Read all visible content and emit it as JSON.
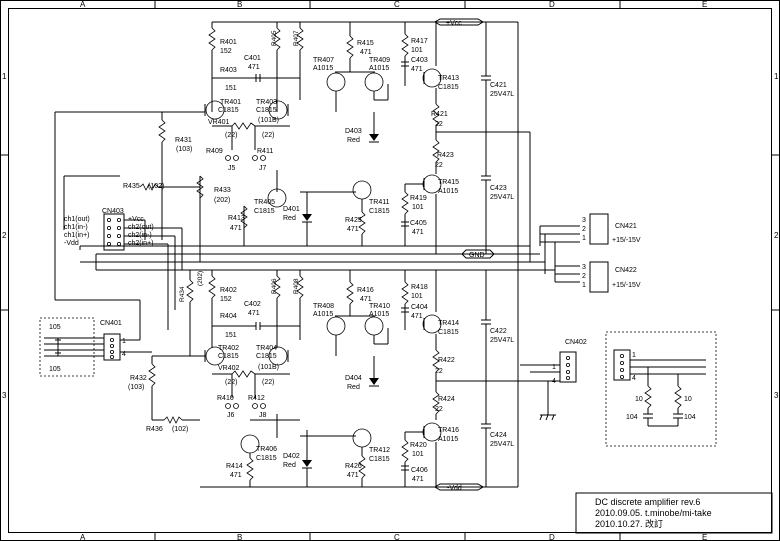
{
  "grid": {
    "columns": [
      "A",
      "B",
      "C",
      "D",
      "E"
    ],
    "rows": [
      "1",
      "2",
      "3"
    ]
  },
  "title_block": {
    "title": "DC discrete amplifier  rev.6",
    "line2": "2010.09.05. t.minobe/mi-take",
    "line3": "2010.10.27. 改訂"
  },
  "rails": {
    "vcc": "+Vcc",
    "vdd": "-Vdd",
    "gnd": "GND"
  },
  "ch1": {
    "r401": [
      "R401",
      "152"
    ],
    "r403": [
      "R403",
      "151"
    ],
    "c401": [
      "C401",
      "471"
    ],
    "r405": [
      "R405",
      "152"
    ],
    "r407": [
      "R407",
      "223"
    ],
    "r415": [
      "R415",
      "471"
    ],
    "r417": [
      "R417",
      "101"
    ],
    "c403": [
      "C403",
      "471"
    ],
    "tr401": [
      "TR401",
      "C1815"
    ],
    "tr403": [
      "TR403",
      "C1815",
      "(101B)"
    ],
    "vr401": "VR401",
    "j5": "J5",
    "j7": "J7",
    "sel22a": "(22)",
    "sel22b": "(22)",
    "r409": "R409",
    "r411": "R411",
    "tr407": [
      "TR407",
      "A1015"
    ],
    "tr409": [
      "TR409",
      "A1015"
    ],
    "tr413": [
      "TR413",
      "C1815"
    ],
    "tr415": [
      "TR415",
      "A1015"
    ],
    "r421": [
      "R421",
      "22"
    ],
    "r423": [
      "R423",
      "22"
    ],
    "r419": [
      "R419",
      "101"
    ],
    "c405": [
      "C405",
      "471"
    ],
    "d403": [
      "D403",
      "Red"
    ],
    "r431": [
      "R431",
      "(103)"
    ],
    "r435": [
      "R435",
      "(102)"
    ],
    "r433": [
      "R433",
      "(202)"
    ],
    "tr405": [
      "TR405",
      "C1815"
    ],
    "r413": [
      "R413",
      "471"
    ],
    "d401": [
      "D401",
      "Red"
    ],
    "tr411": [
      "TR411",
      "C1815"
    ],
    "r425": [
      "R425",
      "471"
    ],
    "c421": [
      "C421",
      "25V47L"
    ],
    "c423": [
      "C423",
      "25V47L"
    ]
  },
  "ch2": {
    "r402": [
      "R402",
      "152"
    ],
    "r404": [
      "R404",
      "151"
    ],
    "c402": [
      "C402",
      "471"
    ],
    "r406": [
      "R406",
      "152"
    ],
    "r408": [
      "R408",
      "223"
    ],
    "r416": [
      "R416",
      "471"
    ],
    "r418": [
      "R418",
      "101"
    ],
    "c404": [
      "C404",
      "471"
    ],
    "tr402": [
      "TR402",
      "C1815"
    ],
    "tr404": [
      "TR404",
      "C1815",
      "(101B)"
    ],
    "vr402": "VR402",
    "j6": "J6",
    "j8": "J8",
    "sel22a": "(22)",
    "sel22b": "(22)",
    "r410": "R410",
    "r412": "R412",
    "tr408": [
      "TR408",
      "A1015"
    ],
    "tr410": [
      "TR410",
      "A1015"
    ],
    "tr414": [
      "TR414",
      "C1815"
    ],
    "tr416": [
      "TR416",
      "A1015"
    ],
    "r422": [
      "R422",
      "22"
    ],
    "r424": [
      "R424",
      "22"
    ],
    "r420": [
      "R420",
      "101"
    ],
    "c406": [
      "C406",
      "471"
    ],
    "d404": [
      "D404",
      "Red"
    ],
    "r434": [
      "R434",
      "(202)"
    ],
    "r432": [
      "R432",
      "(103)"
    ],
    "r436": [
      "R436",
      "(102)"
    ],
    "tr406": [
      "TR406",
      "C1815"
    ],
    "r414": [
      "R414",
      "471"
    ],
    "d402": [
      "D402",
      "Red"
    ],
    "tr412": [
      "TR412",
      "C1815"
    ],
    "r426": [
      "R426",
      "471"
    ],
    "c422": [
      "C422",
      "25V47L"
    ],
    "c424": [
      "C424",
      "25V47L"
    ]
  },
  "cn403": {
    "name": "CN403",
    "left": [
      "ch1(out)",
      "ch1(in-)",
      "ch1(in+)",
      "-Vdd"
    ],
    "right": [
      "+Vcc",
      "ch2(out)",
      "ch2(in-)",
      "ch2(in+)"
    ]
  },
  "cn401": {
    "name": "CN401",
    "pin1": "1",
    "pin4": "4",
    "cap_top": "105",
    "cap_bot": "105"
  },
  "cn402": {
    "name": "CN402",
    "pin1": "1",
    "pin4": "4"
  },
  "cn421": {
    "name": "CN421",
    "pins": [
      "3",
      "2",
      "1"
    ],
    "label": "+15/-15V"
  },
  "cn422": {
    "name": "CN422",
    "pins": [
      "3",
      "2",
      "1"
    ],
    "label": "+15/-15V"
  },
  "cn_right": {
    "pins": [
      "1",
      "4"
    ],
    "r1": "10",
    "r2": "10",
    "c1": "104",
    "c2": "104"
  }
}
